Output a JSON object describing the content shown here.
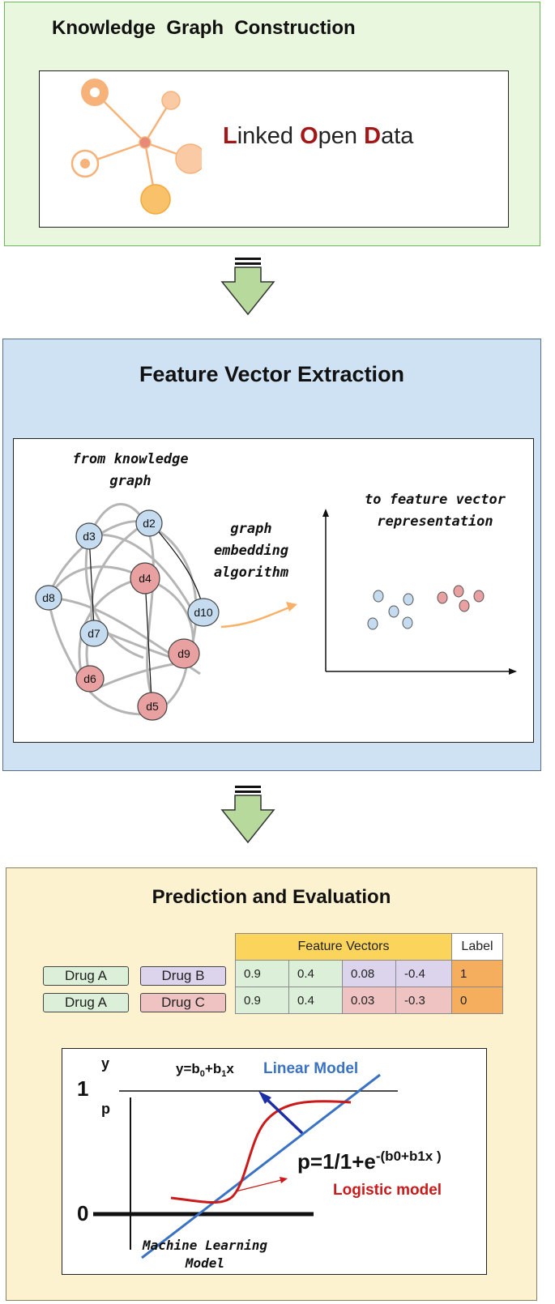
{
  "panel1": {
    "title": "Knowledge  Graph  Construction",
    "lod": {
      "l": "L",
      "inked": "inked ",
      "o": "O",
      "pen": "pen ",
      "d": "D",
      "ata": "ata"
    }
  },
  "panel2": {
    "title": "Feature Vector Extraction",
    "from_label": [
      "from knowledge",
      "graph"
    ],
    "algo_label": [
      "graph",
      "embedding",
      "algorithm"
    ],
    "to_label": [
      "to feature vector",
      "representation"
    ],
    "nodes": [
      "d3",
      "d2",
      "d4",
      "d8",
      "d10",
      "d7",
      "d9",
      "d6",
      "d5"
    ]
  },
  "panel3": {
    "title": "Prediction and Evaluation",
    "table": {
      "header_features": "Feature Vectors",
      "header_label": "Label",
      "rows": [
        {
          "drug1": "Drug A",
          "drug2": "Drug B",
          "values": [
            "0.9",
            "0.4",
            "0.08",
            "-0.4"
          ],
          "label": "1"
        },
        {
          "drug1": "Drug A",
          "drug2": "Drug C",
          "values": [
            "0.9",
            "0.4",
            "0.03",
            "-0.3"
          ],
          "label": "0"
        }
      ]
    },
    "plot": {
      "y_label": "y",
      "p_label": "p",
      "one_label": "1",
      "zero_label": "0",
      "linear_eq_prefix": "y=b",
      "linear_eq_sub0": "0",
      "linear_eq_mid": "+b",
      "linear_eq_sub1": "1",
      "linear_eq_suffix": "x",
      "linear_model": "Linear Model",
      "logistic_eq_base": "p=1/1+e",
      "logistic_eq_exp": "-(b0+b1x )",
      "logistic_model": "Logistic model",
      "ml_label": [
        "Machine Learning",
        "Model"
      ]
    }
  },
  "colors": {
    "panel1_bg": "#eaf7df",
    "panel1_border": "#6fb85a",
    "panel2_bg": "#cfe2f3",
    "panel2_border": "#5a6f88",
    "panel3_bg": "#fdf2cf",
    "panel3_border": "#8a8060",
    "arrow_green": "#b7d99b",
    "node_blue": "#c5dcf0",
    "node_red": "#e8a0a0",
    "feature_header": "#fbd45c",
    "label_col": "#f5ad5e",
    "drug_a": "#dcefd8",
    "drug_b": "#dcd3ec",
    "drug_c": "#f0c3c3",
    "linear_blue": "#3a72c4",
    "logistic_red": "#cc1a1a"
  }
}
